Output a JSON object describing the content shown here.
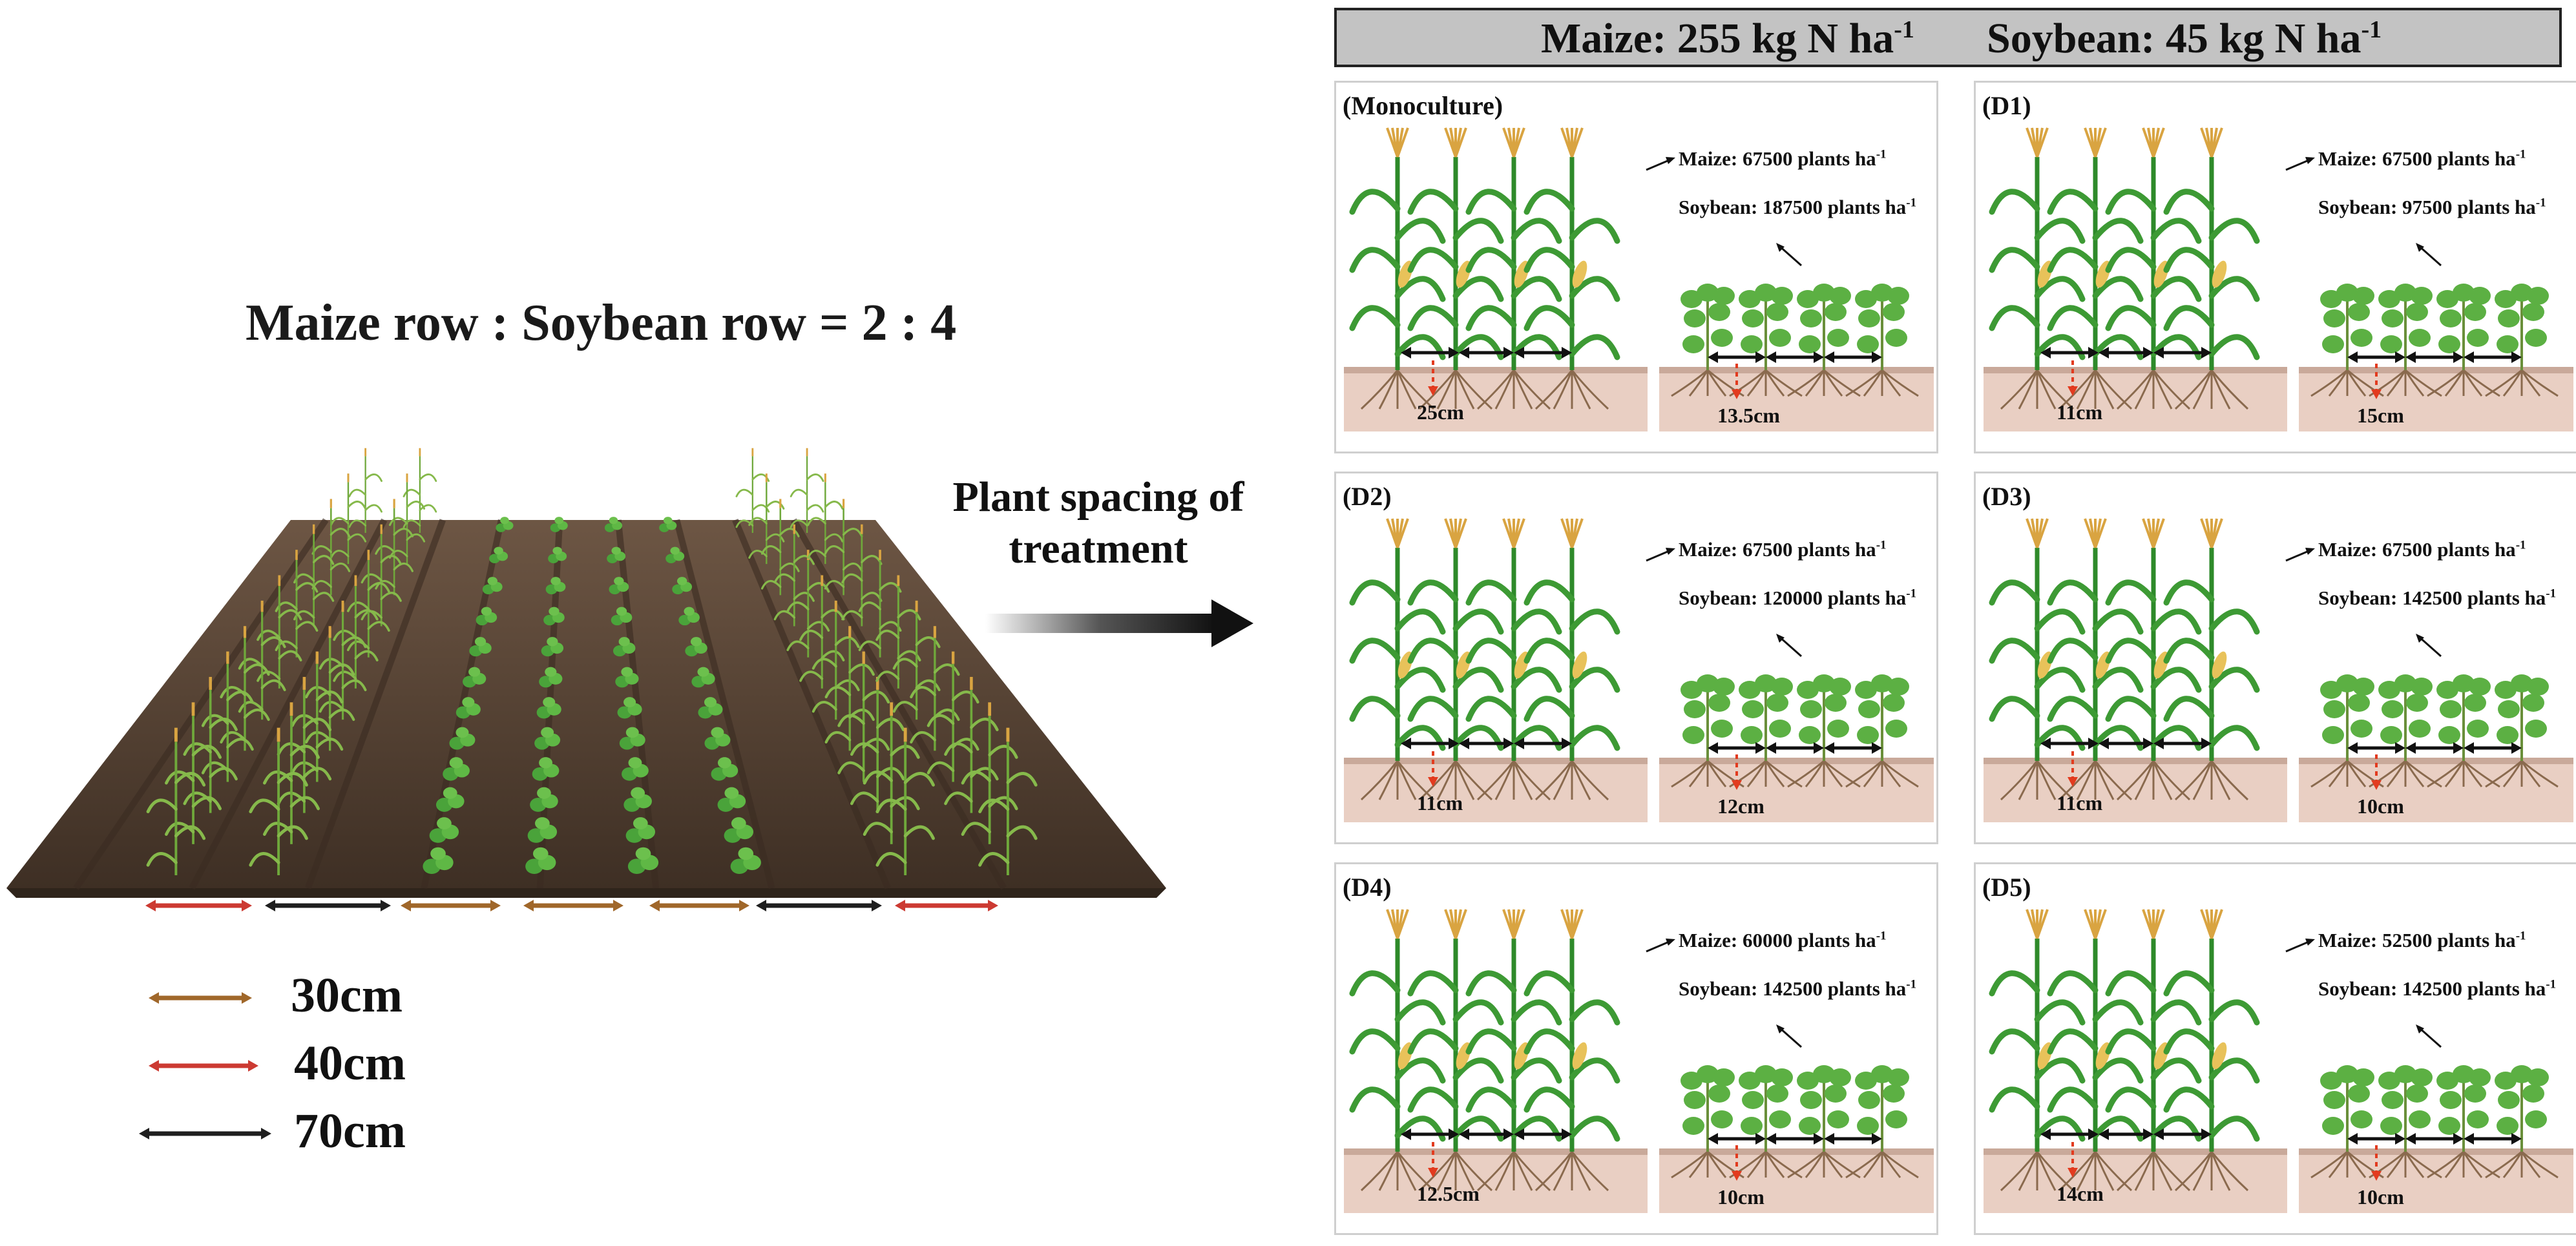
{
  "left": {
    "title": "Maize row : Soybean row = 2 : 4",
    "legend": [
      {
        "label": "30cm",
        "color": "#a0672a"
      },
      {
        "label": "40cm",
        "color": "#cc3a32"
      },
      {
        "label": "70cm",
        "color": "#1f1f1f"
      }
    ]
  },
  "arrow": {
    "line1": "Plant spacing of",
    "line2": "treatment"
  },
  "header": {
    "maize": "Maize: 255 kg N ha",
    "soybean": "Soybean: 45 kg N ha",
    "exponent": "-1"
  },
  "density_unit": "plants ha",
  "density_exponent": "-1",
  "panels": [
    {
      "label": "(Monoculture)",
      "maize_density": "Maize: 67500 plants ha",
      "soybean_density": "Soybean: 187500 plants ha",
      "maize_spacing": "25cm",
      "soybean_spacing": "13.5cm"
    },
    {
      "label": "(D1)",
      "maize_density": "Maize: 67500 plants ha",
      "soybean_density": "Soybean: 97500 plants ha",
      "maize_spacing": "11cm",
      "soybean_spacing": "15cm"
    },
    {
      "label": "(D2)",
      "maize_density": "Maize: 67500 plants ha",
      "soybean_density": "Soybean: 120000 plants ha",
      "maize_spacing": "11cm",
      "soybean_spacing": "12cm"
    },
    {
      "label": "(D3)",
      "maize_density": "Maize: 67500 plants ha",
      "soybean_density": "Soybean: 142500 plants ha",
      "maize_spacing": "11cm",
      "soybean_spacing": "10cm"
    },
    {
      "label": "(D4)",
      "maize_density": "Maize: 60000 plants ha",
      "soybean_density": "Soybean: 142500 plants ha",
      "maize_spacing": "12.5cm",
      "soybean_spacing": "10cm"
    },
    {
      "label": "(D5)",
      "maize_density": "Maize: 52500 plants ha",
      "soybean_density": "Soybean: 142500 plants ha",
      "maize_spacing": "14cm",
      "soybean_spacing": "10cm"
    }
  ],
  "colors": {
    "soil": "#5c4736",
    "maize_green": "#3d9a34",
    "soybean_green": "#5cb043",
    "tassel": "#d9a441",
    "soil_band": "#e9cfc3",
    "spacing_arrow": "#e23b1f"
  }
}
